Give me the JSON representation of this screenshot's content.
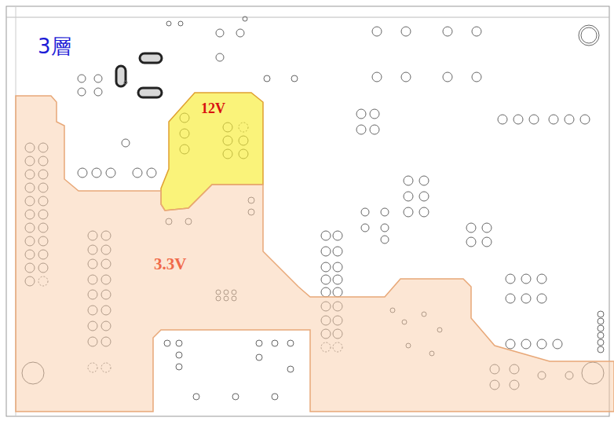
{
  "diagram": {
    "title": "3層",
    "nodes": [
      {
        "text": [
          "12V"
        ]
      },
      {
        "text": [
          "3.3V"
        ]
      }
    ]
  }
}
